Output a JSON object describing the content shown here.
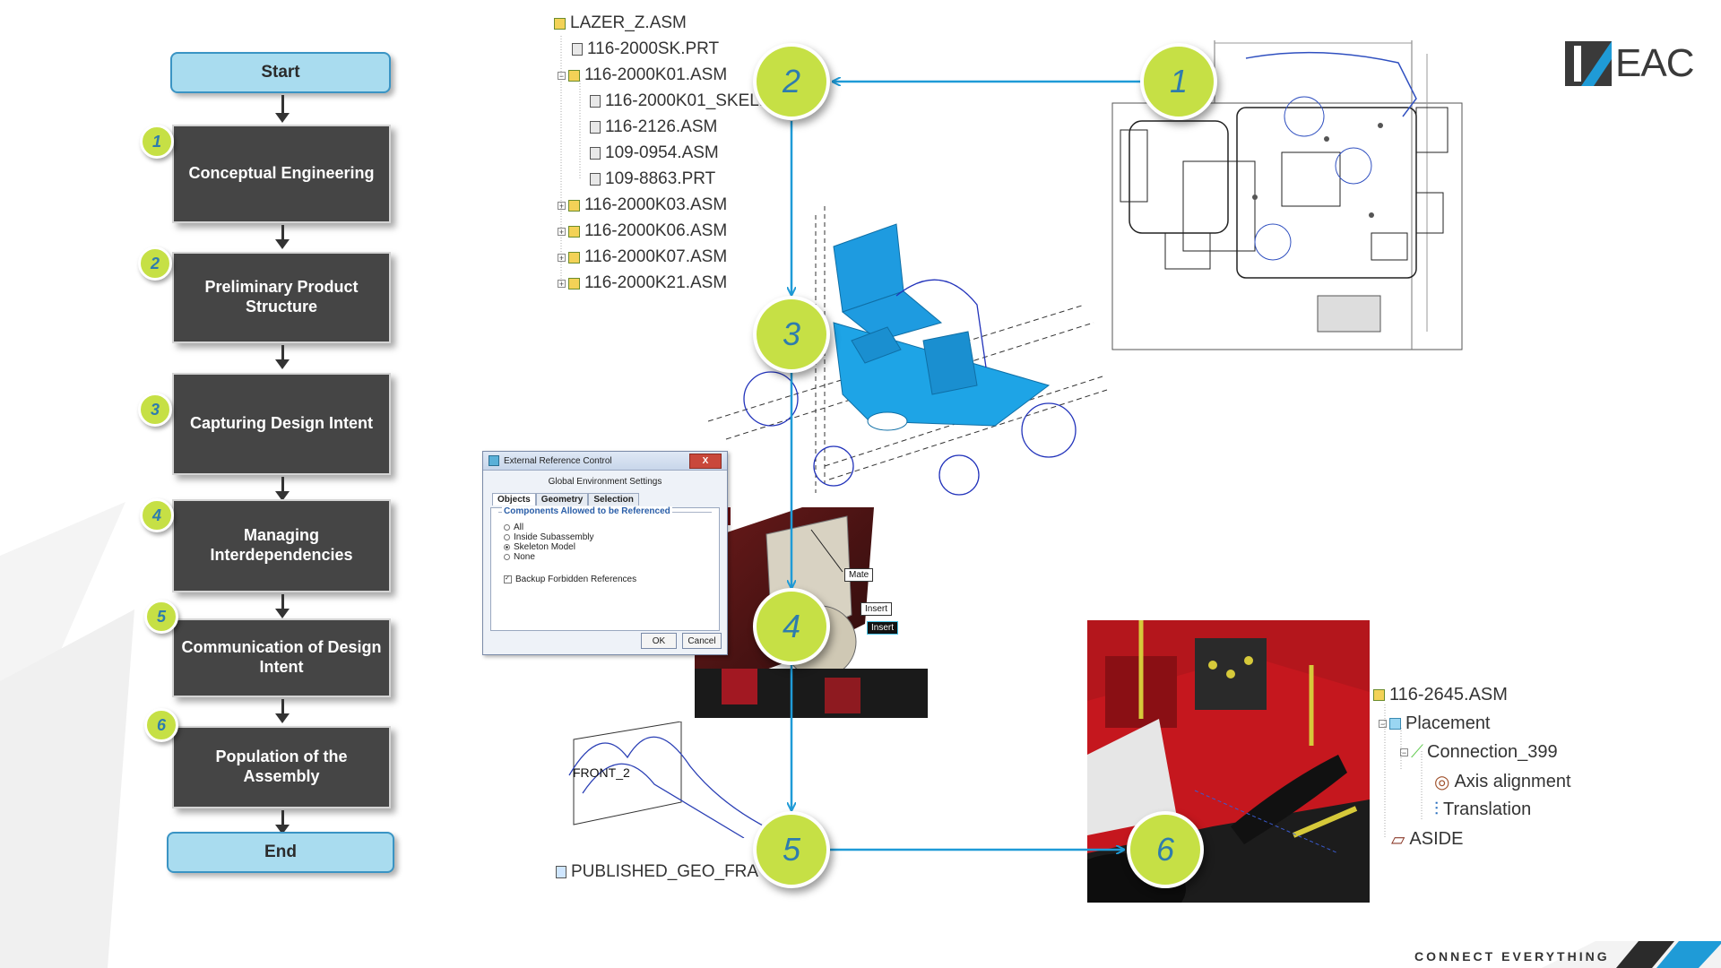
{
  "flowchart": {
    "start_label": "Start",
    "end_label": "End",
    "steps": [
      {
        "num": "1",
        "label": "Conceptual Engineering"
      },
      {
        "num": "2",
        "label": "Preliminary Product Structure"
      },
      {
        "num": "3",
        "label": "Capturing Design Intent"
      },
      {
        "num": "4",
        "label": "Managing Interdependencies"
      },
      {
        "num": "5",
        "label": "Communication of Design Intent"
      },
      {
        "num": "6",
        "label": "Population of the Assembly"
      }
    ]
  },
  "model_tree": {
    "items": [
      "LAZER_Z.ASM",
      "116-2000SK.PRT",
      "116-2000K01.ASM",
      "116-2000K01_SKEL.F",
      "116-2126.ASM",
      "109-0954.ASM",
      "109-8863.PRT",
      "116-2000K03.ASM",
      "116-2000K06.ASM",
      "116-2000K07.ASM",
      "116-2000K21.ASM"
    ]
  },
  "callouts": [
    "1",
    "2",
    "3",
    "4",
    "5",
    "6"
  ],
  "dialog": {
    "title": "External Reference Control",
    "close_label": "X",
    "heading": "Global Environment Settings",
    "tabs": [
      "Objects",
      "Geometry",
      "Selection"
    ],
    "group_label": "Components Allowed to be Referenced",
    "options": [
      "All",
      "Inside Subassembly",
      "Skeleton Model",
      "None"
    ],
    "selected_option": "Skeleton Model",
    "checkbox_label": "Backup Forbidden References",
    "ok_label": "OK",
    "cancel_label": "Cancel"
  },
  "constraint_tags": [
    "Mate",
    "Insert",
    "Insert"
  ],
  "sketch_label": "FRONT_2",
  "published_geom": "PUBLISHED_GEO_FRA",
  "assembly_tree": {
    "items": [
      "116-2645.ASM",
      "Placement",
      "Connection_399",
      "Axis alignment",
      "Translation",
      "ASIDE"
    ]
  },
  "brand": {
    "logo_text": "EAC",
    "tagline": "CONNECT EVERYTHING",
    "accent_color": "#1f9bd7",
    "callout_color": "#c6e045"
  }
}
